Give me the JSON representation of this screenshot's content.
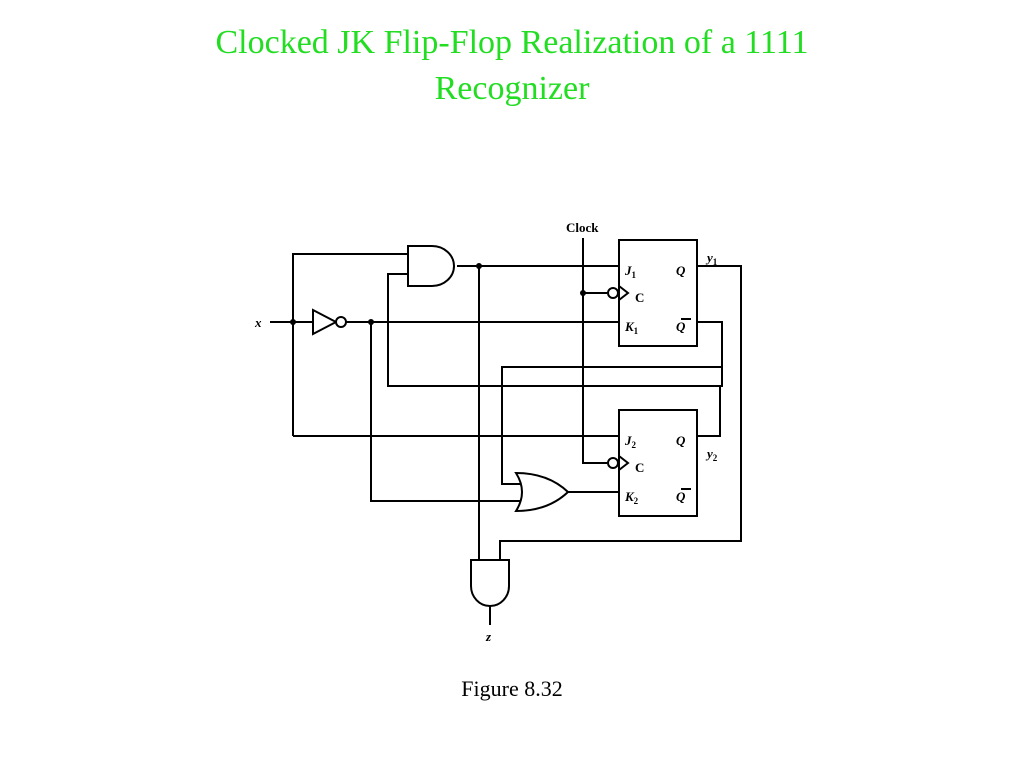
{
  "slide": {
    "title_line1": "Clocked JK Flip-Flop Realization of a 1111",
    "title_line2": "Recognizer",
    "caption": "Figure 8.32",
    "title_color": "#22dd22"
  },
  "diagram": {
    "clock_label": "Clock",
    "input_label": "x",
    "output_label": "z",
    "flipflop1": {
      "j": "J",
      "j_sub": "1",
      "k": "K",
      "k_sub": "1",
      "clock": "C",
      "q": "Q",
      "qbar": "Q",
      "out": "y",
      "out_sub": "1"
    },
    "flipflop2": {
      "j": "J",
      "j_sub": "2",
      "k": "K",
      "k_sub": "2",
      "clock": "C",
      "q": "Q",
      "qbar": "Q",
      "out": "y",
      "out_sub": "2"
    }
  }
}
